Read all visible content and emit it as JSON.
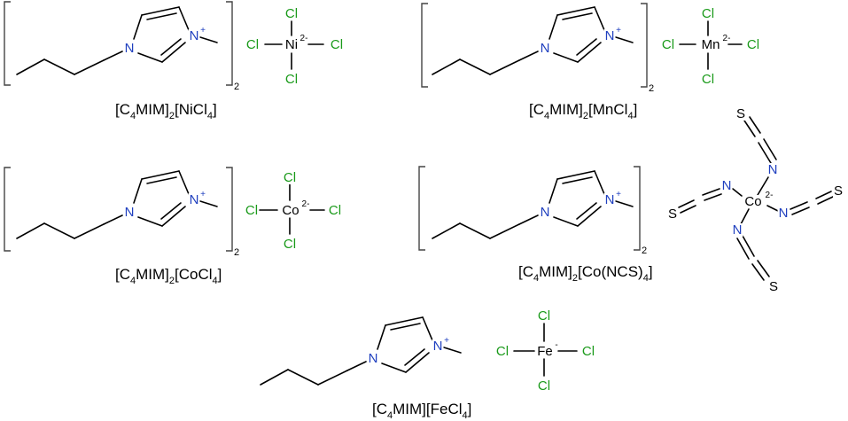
{
  "colors": {
    "chlorine": "#1a9a1a",
    "nitrogen": "#1f3fbf",
    "carbon_metal": "#000000",
    "bond": "#000000"
  },
  "atoms": {
    "N": "N",
    "Cl": "Cl",
    "S": "S",
    "Ni": "Ni",
    "Mn": "Mn",
    "Co": "Co",
    "Fe": "Fe"
  },
  "charges": {
    "cation": "+",
    "dianion": "2-",
    "anion": "-"
  },
  "bracket_subscript": "2",
  "compounds": [
    {
      "id": "nicl4",
      "parts": [
        "[C",
        "4",
        "MIM]",
        "2",
        "[NiCl",
        "4",
        "]"
      ]
    },
    {
      "id": "mncl4",
      "parts": [
        "[C",
        "4",
        "MIM]",
        "2",
        "[MnCl",
        "4",
        "]"
      ]
    },
    {
      "id": "cocl4",
      "parts": [
        "[C",
        "4",
        "MIM]",
        "2",
        "[CoCl",
        "4",
        "]"
      ]
    },
    {
      "id": "concs4",
      "parts": [
        "[C",
        "4",
        "MIM]",
        "2",
        "[Co(NCS)",
        "4",
        "]"
      ]
    },
    {
      "id": "fecl4",
      "parts": [
        "[C",
        "4",
        "MIM][FeCl",
        "4",
        "]"
      ]
    }
  ]
}
